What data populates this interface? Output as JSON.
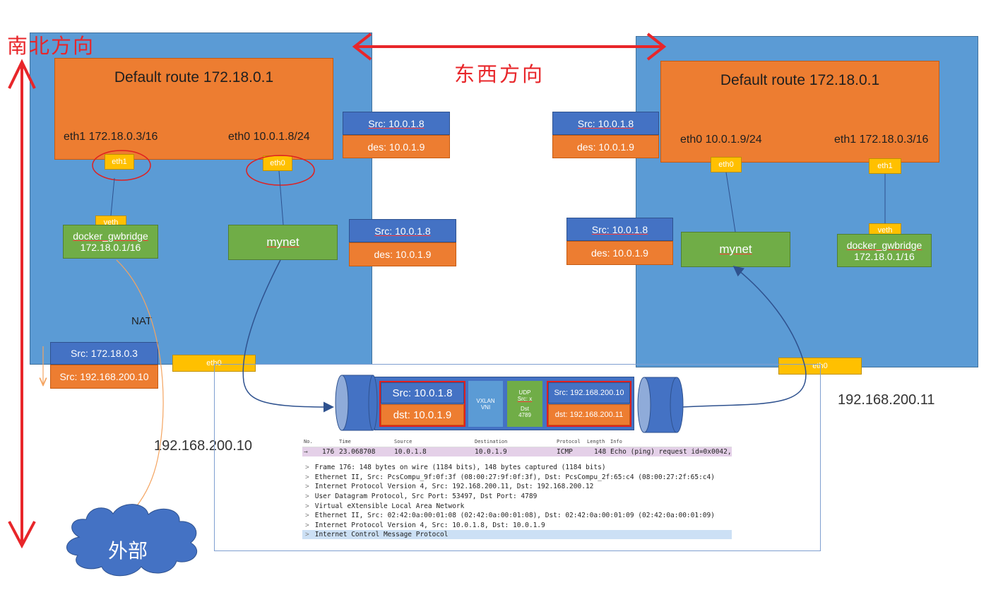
{
  "titles": {
    "north_south": "南北方向",
    "east_west": "东西方向"
  },
  "left_host": {
    "default_route": "Default route  172.18.0.1",
    "eth1_label": "eth1 172.18.0.3/16",
    "eth0_label": "eth0 10.0.1.8/24",
    "eth1_tag": "eth1",
    "eth0_tag": "eth0",
    "veth_tag": "veth",
    "bridge_name": "docker_gwbridge",
    "bridge_ip": "172.18.0.1/16",
    "mynet": "mynet",
    "nat": "NAT",
    "host_eth0": "eth0",
    "host_ip": "192.168.200.10"
  },
  "right_host": {
    "default_route": "Default route  172.18.0.1",
    "eth0_label": "eth0 10.0.1.9/24",
    "eth1_label": "eth1 172.18.0.3/16",
    "eth0_tag": "eth0",
    "eth1_tag": "eth1",
    "veth_tag": "veth",
    "bridge_name": "docker_gwbridge",
    "bridge_ip": "172.18.0.1/16",
    "mynet": "mynet",
    "host_eth0": "eth0",
    "host_ip": "192.168.200.11"
  },
  "packets": {
    "top_left": {
      "src": "Src: 10.0.1.8",
      "dst": "des: 10.0.1.9"
    },
    "mid_left": {
      "src": "Src: 10.0.1.8",
      "dst": "des: 10.0.1.9"
    },
    "top_right": {
      "src": "Src: 10.0.1.8",
      "dst": "des: 10.0.1.9"
    },
    "mid_right": {
      "src": "Src: 10.0.1.8",
      "dst": "des: 10.0.1.9"
    },
    "nat": {
      "src": "Src: 172.18.0.3",
      "dst": "Src: 192.168.200.10"
    }
  },
  "vxlan": {
    "inner_src": "Src: 10.0.1.8",
    "inner_dst": "dst: 10.0.1.9",
    "vxlan_line1": "VXLAN",
    "vxlan_line2": "VNI",
    "udp_line1": "UDP",
    "udp_line2": "Src: x",
    "udp_line3": "Dst",
    "udp_line4": "4789",
    "outer_src": "Src: 192.168.200.10",
    "outer_dst": "dst: 192.168.200.11"
  },
  "external": "外部",
  "capture": {
    "headers": [
      "No.",
      "Time",
      "Source",
      "Destination",
      "Protocol",
      "Length",
      "Info"
    ],
    "row": [
      "176",
      "23.068708",
      "10.0.1.8",
      "10.0.1.9",
      "ICMP",
      "148",
      "Echo (ping) request  id=0x0042,"
    ],
    "details": [
      "Frame 176: 148 bytes on wire (1184 bits), 148 bytes captured (1184 bits)",
      "Ethernet II, Src: PcsCompu_9f:0f:3f (08:00:27:9f:0f:3f), Dst: PcsCompu_2f:65:c4 (08:00:27:2f:65:c4)",
      "Internet Protocol Version 4, Src: 192.168.200.11, Dst: 192.168.200.12",
      "User Datagram Protocol, Src Port: 53497, Dst Port: 4789",
      "Virtual eXtensible Local Area Network",
      "Ethernet II, Src: 02:42:0a:00:01:08 (02:42:0a:00:01:08), Dst: 02:42:0a:00:01:09 (02:42:0a:00:01:09)",
      "Internet Protocol Version 4, Src: 10.0.1.8, Dst: 10.0.1.9",
      "Internet Control Message Protocol"
    ]
  }
}
